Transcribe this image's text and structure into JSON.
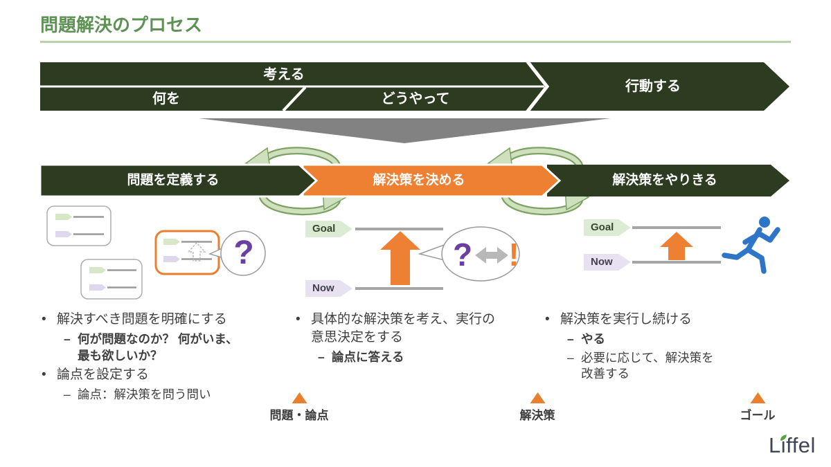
{
  "page": {
    "title": "問題解決のプロセス"
  },
  "top_banner": {
    "think": "考える",
    "what": "何を",
    "how": "どうやって",
    "act": "行動する"
  },
  "process_steps": [
    {
      "label": "問題を定義する",
      "color": "#2d3b20"
    },
    {
      "label": "解決策を決める",
      "color": "#ed8033"
    },
    {
      "label": "解決策をやりきる",
      "color": "#2d3b20"
    }
  ],
  "gap_diagram": {
    "goal": "Goal",
    "now": "Now"
  },
  "symbols": {
    "question": "?",
    "exclamation": "!"
  },
  "columns": [
    {
      "bullets": [
        {
          "marker": "•",
          "level": 1,
          "bold": false,
          "text": "解決すべき問題を明確にする"
        },
        {
          "marker": "–",
          "level": 2,
          "bold": true,
          "text": "何が問題なのか？ 何がいま、最も欲しいか？"
        },
        {
          "marker": "•",
          "level": 1,
          "bold": false,
          "text": "論点を設定する"
        },
        {
          "marker": "–",
          "level": 2,
          "bold": false,
          "text": "論点：解決策を問う問い"
        }
      ]
    },
    {
      "bullets": [
        {
          "marker": "•",
          "level": 1,
          "bold": false,
          "text": "具体的な解決策を考え、実行の意思決定をする"
        },
        {
          "marker": "–",
          "level": 2,
          "bold": true,
          "text": "論点に答える"
        }
      ]
    },
    {
      "bullets": [
        {
          "marker": "•",
          "level": 1,
          "bold": false,
          "text": "解決策を実行し続ける"
        },
        {
          "marker": "–",
          "level": 2,
          "bold": true,
          "text": "やる"
        },
        {
          "marker": "–",
          "level": 2,
          "bold": false,
          "text": "必要に応じて、解決策を改善する"
        }
      ]
    }
  ],
  "milestones": [
    {
      "label": "問題・論点"
    },
    {
      "label": "解決策"
    },
    {
      "label": "ゴール"
    }
  ],
  "logo": {
    "text": "Liffel",
    "l": "L",
    "i": "i",
    "rest": "ffel"
  },
  "icons": {
    "cycle": "loop-iteration-arrows",
    "checklist": "checklist-card",
    "dotted_arrow": "dotted-up-arrow",
    "bubble": "speech-bubble",
    "double_arrow": "left-right-arrow",
    "gap_arrow": "orange-up-arrow",
    "runner": "running-person",
    "milestone_marker": "orange-triangle",
    "leaf": "leaf"
  },
  "colors": {
    "dark_green": "#2d3b20",
    "orange": "#ed8033",
    "sage_fill": "#cfe0bf",
    "sage_outline": "#7ca262",
    "title_green": "#5e9254",
    "underline_green": "#b9d3aa",
    "purple": "#6b3fa2",
    "runner_blue": "#2e75c8",
    "line_gray": "#a6a6a6",
    "funnel_gray": "#828282",
    "goal_tag_bg": "#dcecd4",
    "now_tag_bg": "#e7e1f2",
    "text": "#3f3f3f",
    "logo_navy": "#3d4654",
    "leaf_green": "#55a538"
  }
}
